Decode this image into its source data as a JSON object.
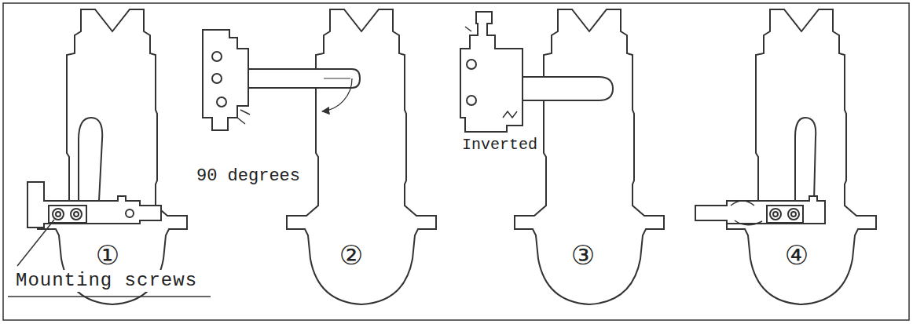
{
  "diagram": {
    "labels": [
      "①",
      "Mounting screws",
      "90 degrees",
      "②",
      "Inverted",
      "③",
      "④"
    ]
  }
}
